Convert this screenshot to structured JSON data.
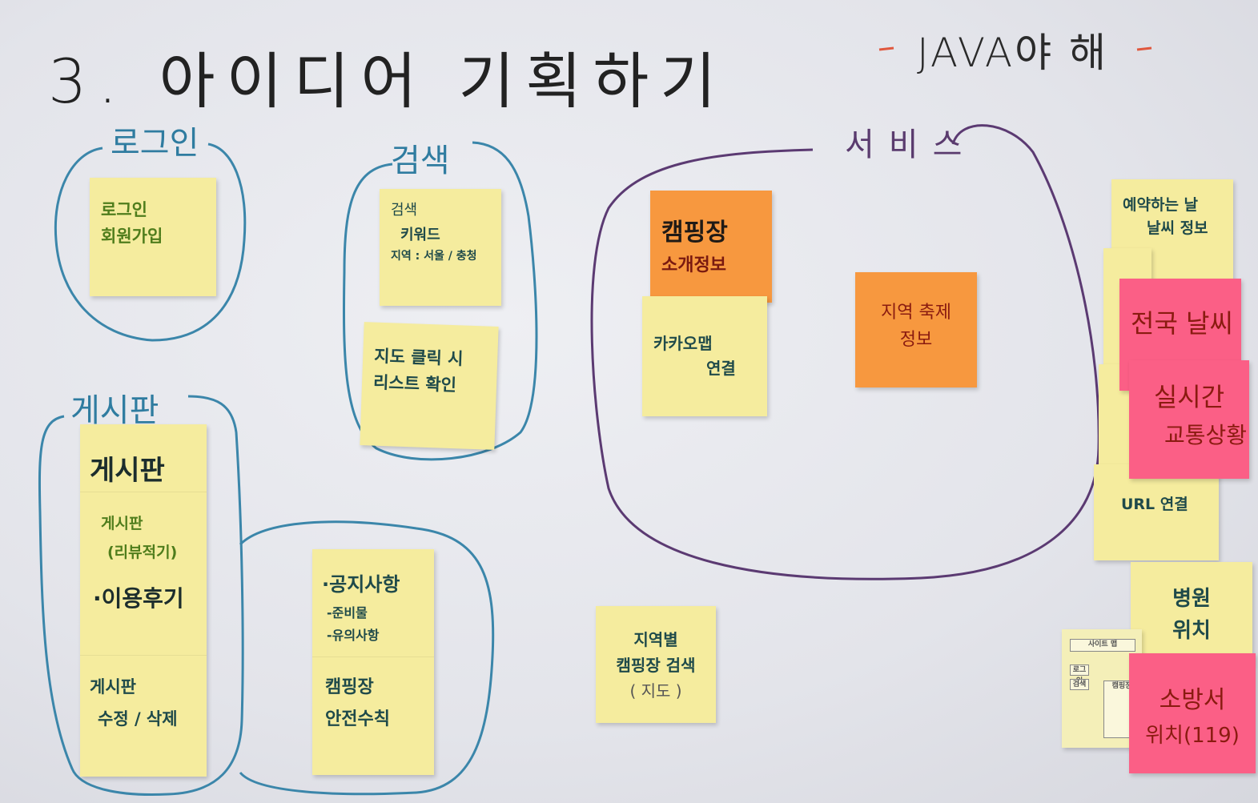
{
  "title": "3. 아이디어 기획하기",
  "subtitle": "JAVA야 해",
  "groups": {
    "login": {
      "label": "로그인",
      "notes": [
        [
          "로그인",
          "회원가입"
        ]
      ]
    },
    "search": {
      "label": "검색",
      "notes": [
        [
          "검색",
          "키워드",
          "지역 : 서울 / 충청"
        ],
        [
          "지도 클릭 시",
          "리스트 확인"
        ]
      ]
    },
    "board": {
      "label": "게시판",
      "notes": [
        [
          "게시판"
        ],
        [
          "게시판",
          "(리뷰적기)"
        ],
        [
          "·이용후기"
        ],
        [
          "게시판",
          "수정 / 삭제"
        ]
      ]
    },
    "notice": {
      "notes": [
        [
          "·공지사항",
          "-준비물",
          "-유의사항"
        ],
        [
          "캠핑장",
          "안전수칙"
        ]
      ]
    },
    "service": {
      "label": "서비스",
      "notes": [
        [
          "캠핑장",
          "소개정보"
        ],
        [
          "카카오맵",
          "연결"
        ],
        [
          "지역 축제",
          "정보"
        ]
      ]
    }
  },
  "standalone_notes": {
    "region_search": [
      "지역별",
      "캠핑장 검색",
      "( 지도 )"
    ]
  },
  "right_column": [
    [
      "예약하는 날",
      "날씨 정보"
    ],
    [
      "전국 날씨"
    ],
    [
      "실시간",
      "교통상황"
    ],
    [
      "URL 연결"
    ],
    [
      "병원",
      "위치"
    ],
    [
      "소방서",
      "위치(119)"
    ]
  ],
  "sketch": {
    "header": "사이트 맵",
    "items": [
      "로그인",
      "검색",
      "캠핑장"
    ]
  }
}
